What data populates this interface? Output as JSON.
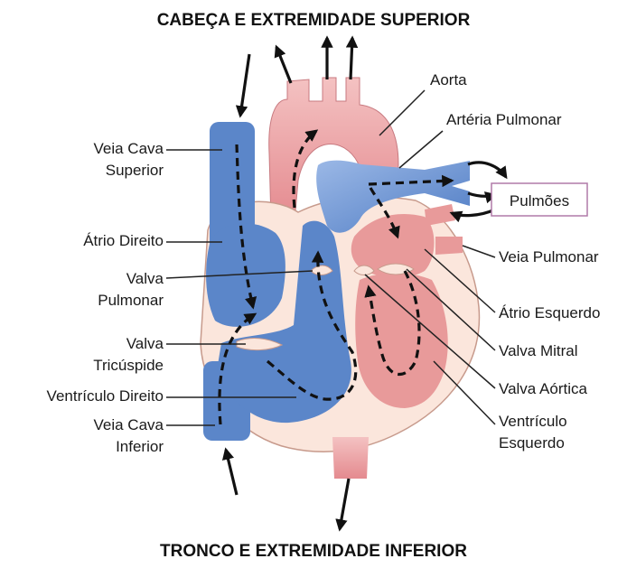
{
  "header_top": "CABEÇA E EXTREMIDADE SUPERIOR",
  "header_bottom": "TRONCO E EXTREMIDADE INFERIOR",
  "labels": {
    "veia_cava_superior_1": "Veia Cava",
    "veia_cava_superior_2": "Superior",
    "atrio_direito": "Átrio Direito",
    "valva_pulmonar_1": "Valva",
    "valva_pulmonar_2": "Pulmonar",
    "valva_tricuspide_1": "Valva",
    "valva_tricuspide_2": "Tricúspide",
    "ventriculo_direito": "Ventrículo Direito",
    "veia_cava_inferior_1": "Veia Cava",
    "veia_cava_inferior_2": "Inferior",
    "aorta": "Aorta",
    "arteria_pulmonar": "Artéria Pulmonar",
    "pulmoes": "Pulmões",
    "veia_pulmonar": "Veia Pulmonar",
    "atrio_esquerdo": "Átrio Esquerdo",
    "valva_mitral": "Valva Mitral",
    "valva_aortica": "Valva Aórtica",
    "ventriculo_esquerdo_1": "Ventrículo",
    "ventriculo_esquerdo_2": "Esquerdo"
  },
  "colors": {
    "deoxygenated_blue": "#5b86c9",
    "oxygenated_red": "#e89a9a",
    "heart_wall": "#fbe6dc",
    "lung_box_border": "#b07aa8"
  }
}
